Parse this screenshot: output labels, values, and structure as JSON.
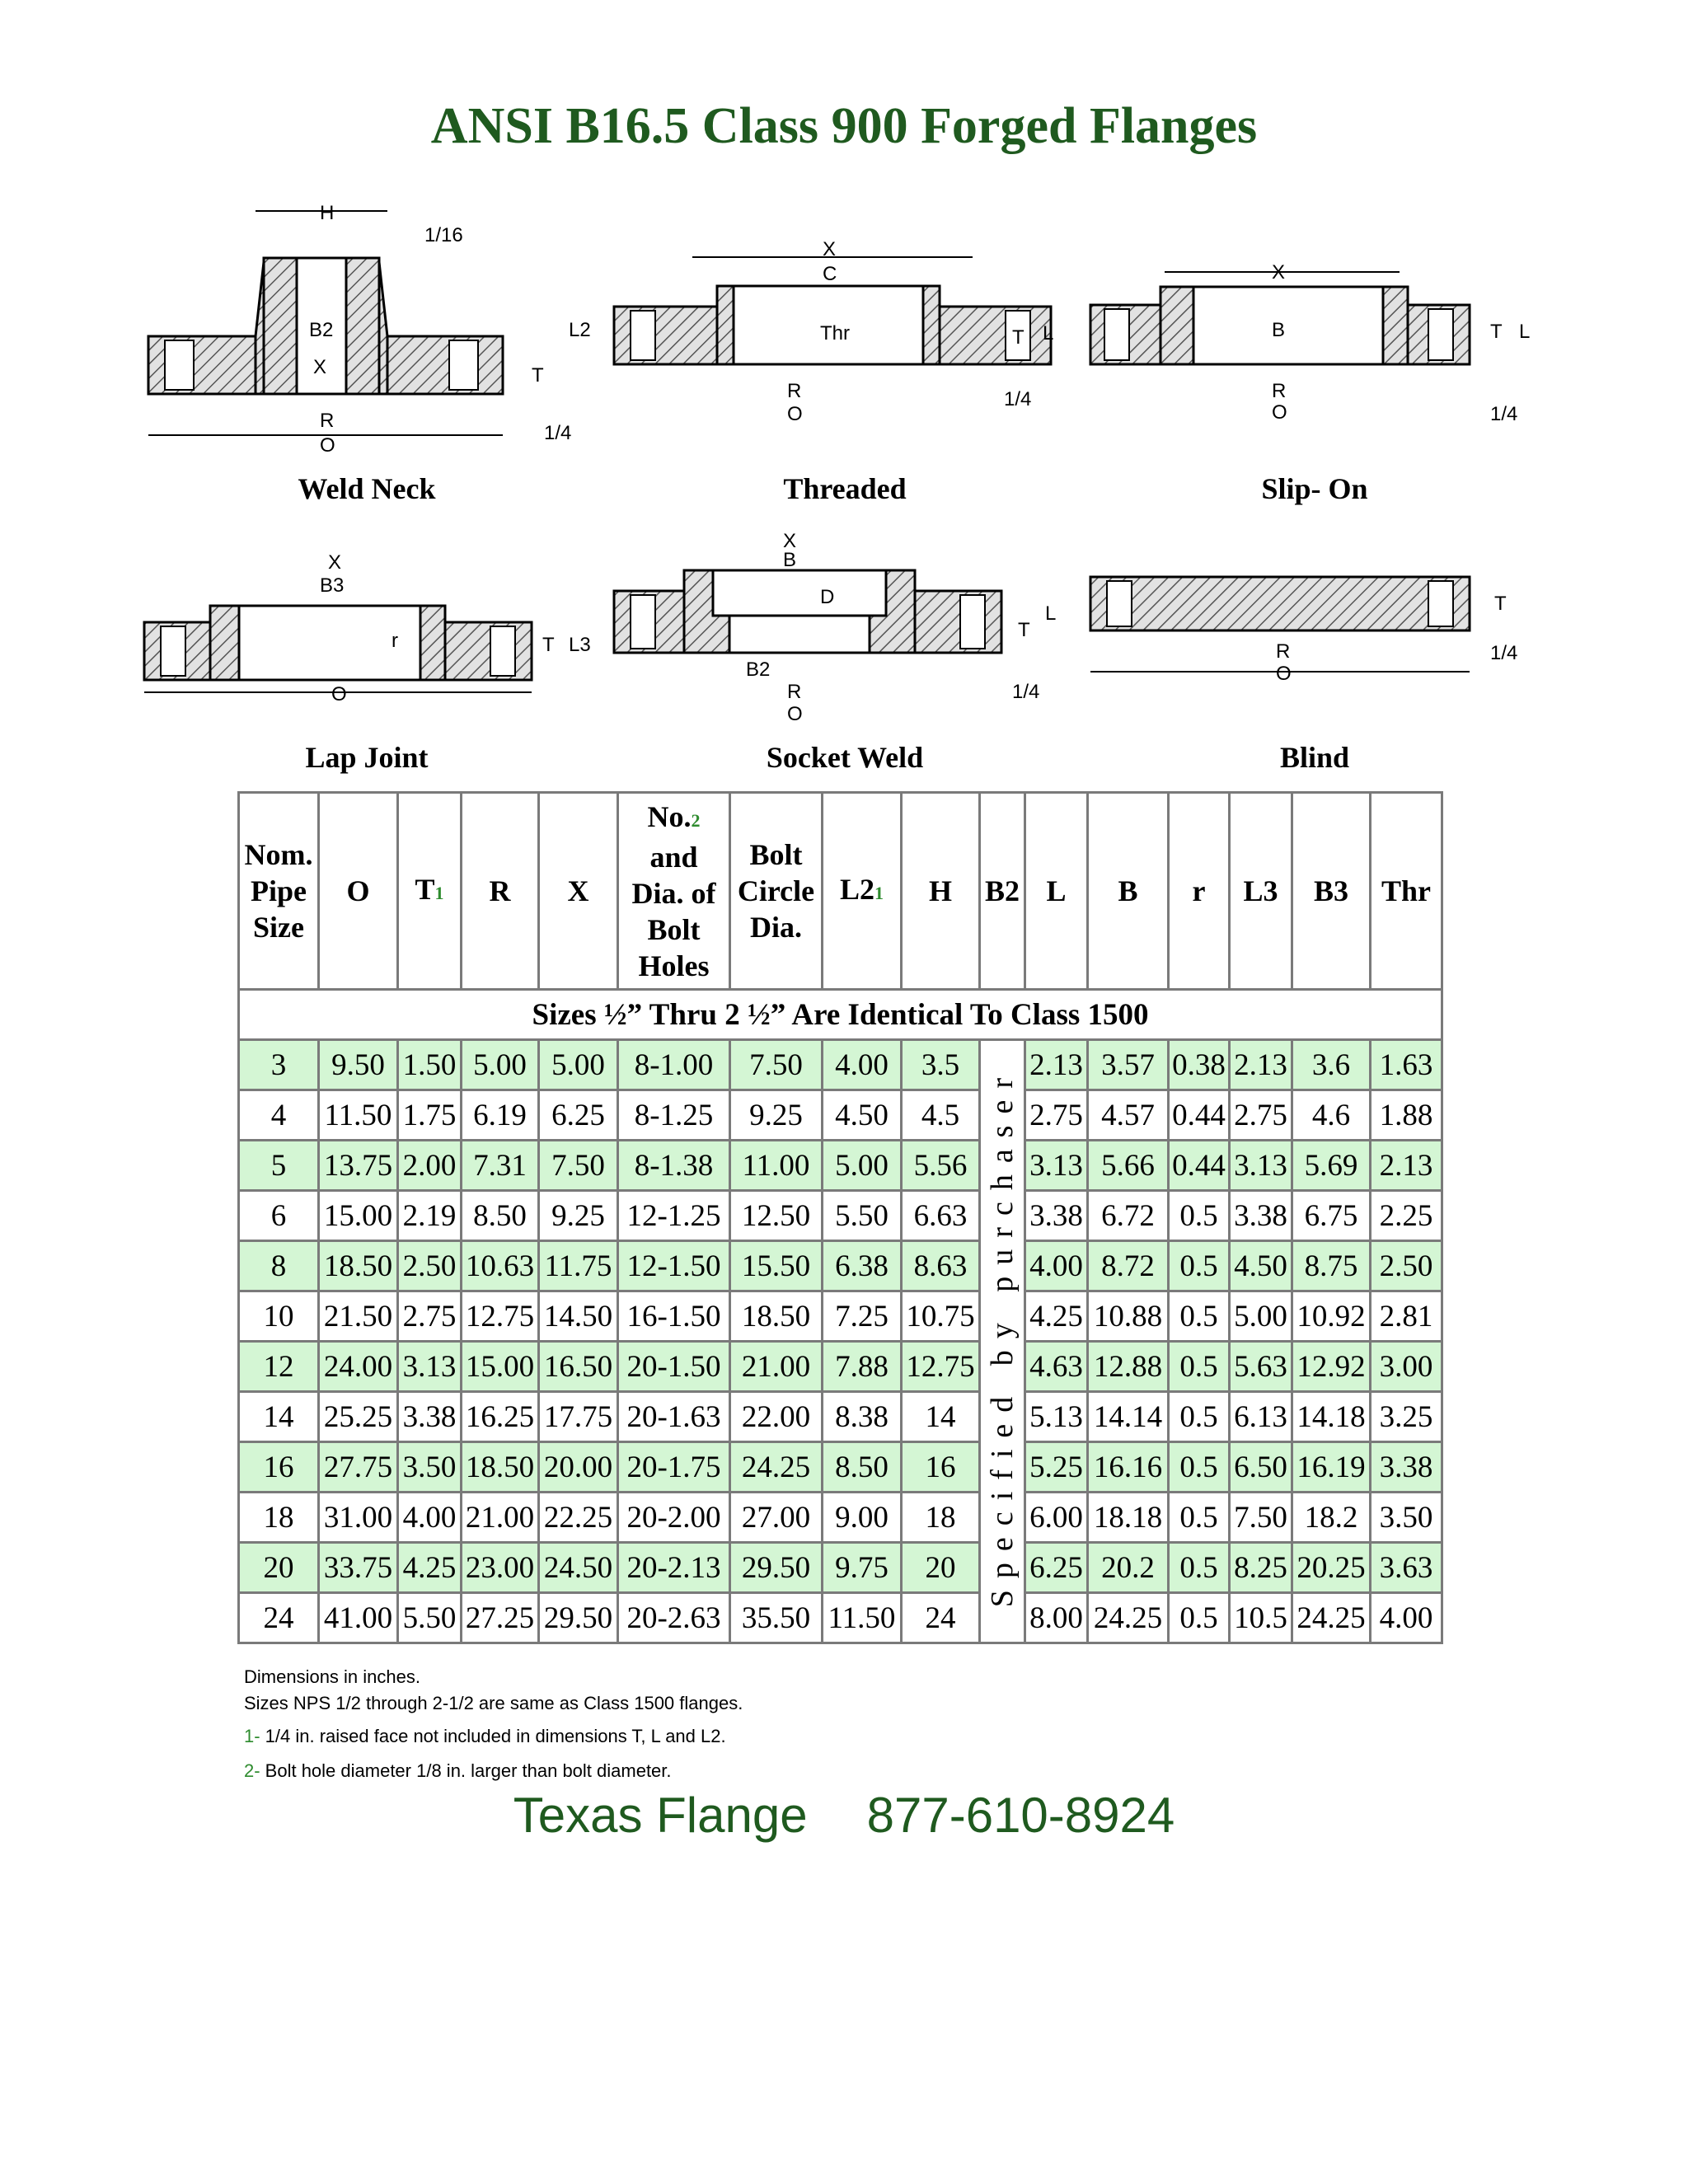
{
  "title": "ANSI B16.5 Class 900 Forged Flanges",
  "diagrams": [
    {
      "name": "Weld Neck",
      "labels": [
        "H",
        "1/16",
        "B2",
        "X",
        "L2",
        "T",
        "R",
        "O",
        "1/4"
      ]
    },
    {
      "name": "Threaded",
      "labels": [
        "X",
        "C",
        "Thr",
        "T",
        "L",
        "R",
        "O",
        "1/4"
      ]
    },
    {
      "name": "Slip- On",
      "labels": [
        "X",
        "B",
        "T",
        "L",
        "R",
        "O",
        "1/4"
      ]
    },
    {
      "name": "Lap Joint",
      "labels": [
        "X",
        "B3",
        "r",
        "T",
        "L3",
        "O"
      ]
    },
    {
      "name": "Socket Weld",
      "labels": [
        "X",
        "B",
        "D",
        "T",
        "L",
        "B2",
        "R",
        "O",
        "1/4"
      ]
    },
    {
      "name": "Blind",
      "labels": [
        "T",
        "R",
        "O",
        "1/4"
      ]
    }
  ],
  "table": {
    "headers": [
      {
        "text": "Nom.\nPipe\nSize"
      },
      {
        "text": "O"
      },
      {
        "text": "T",
        "sub": "1"
      },
      {
        "text": "R"
      },
      {
        "text": "X"
      },
      {
        "text": "No.",
        "sub": "2",
        "rest": "and\nDia. of\nBolt\nHoles"
      },
      {
        "text": "Bolt\nCircle\nDia."
      },
      {
        "text": "L2",
        "sub": "1"
      },
      {
        "text": "H"
      },
      {
        "text": "B2"
      },
      {
        "text": "L"
      },
      {
        "text": "B"
      },
      {
        "text": "r"
      },
      {
        "text": "L3"
      },
      {
        "text": "B3"
      },
      {
        "text": "Thr"
      }
    ],
    "band": "Sizes ½” Thru 2 ½” Are Identical To Class 1500",
    "vertical_note": "Specified by purchaser",
    "rows": [
      [
        "3",
        "9.50",
        "1.50",
        "5.00",
        "5.00",
        "8-1.00",
        "7.50",
        "4.00",
        "3.5",
        "2.13",
        "3.57",
        "0.38",
        "2.13",
        "3.6",
        "1.63"
      ],
      [
        "4",
        "11.50",
        "1.75",
        "6.19",
        "6.25",
        "8-1.25",
        "9.25",
        "4.50",
        "4.5",
        "2.75",
        "4.57",
        "0.44",
        "2.75",
        "4.6",
        "1.88"
      ],
      [
        "5",
        "13.75",
        "2.00",
        "7.31",
        "7.50",
        "8-1.38",
        "11.00",
        "5.00",
        "5.56",
        "3.13",
        "5.66",
        "0.44",
        "3.13",
        "5.69",
        "2.13"
      ],
      [
        "6",
        "15.00",
        "2.19",
        "8.50",
        "9.25",
        "12-1.25",
        "12.50",
        "5.50",
        "6.63",
        "3.38",
        "6.72",
        "0.5",
        "3.38",
        "6.75",
        "2.25"
      ],
      [
        "8",
        "18.50",
        "2.50",
        "10.63",
        "11.75",
        "12-1.50",
        "15.50",
        "6.38",
        "8.63",
        "4.00",
        "8.72",
        "0.5",
        "4.50",
        "8.75",
        "2.50"
      ],
      [
        "10",
        "21.50",
        "2.75",
        "12.75",
        "14.50",
        "16-1.50",
        "18.50",
        "7.25",
        "10.75",
        "4.25",
        "10.88",
        "0.5",
        "5.00",
        "10.92",
        "2.81"
      ],
      [
        "12",
        "24.00",
        "3.13",
        "15.00",
        "16.50",
        "20-1.50",
        "21.00",
        "7.88",
        "12.75",
        "4.63",
        "12.88",
        "0.5",
        "5.63",
        "12.92",
        "3.00"
      ],
      [
        "14",
        "25.25",
        "3.38",
        "16.25",
        "17.75",
        "20-1.63",
        "22.00",
        "8.38",
        "14",
        "5.13",
        "14.14",
        "0.5",
        "6.13",
        "14.18",
        "3.25"
      ],
      [
        "16",
        "27.75",
        "3.50",
        "18.50",
        "20.00",
        "20-1.75",
        "24.25",
        "8.50",
        "16",
        "5.25",
        "16.16",
        "0.5",
        "6.50",
        "16.19",
        "3.38"
      ],
      [
        "18",
        "31.00",
        "4.00",
        "21.00",
        "22.25",
        "20-2.00",
        "27.00",
        "9.00",
        "18",
        "6.00",
        "18.18",
        "0.5",
        "7.50",
        "18.2",
        "3.50"
      ],
      [
        "20",
        "33.75",
        "4.25",
        "23.00",
        "24.50",
        "20-2.13",
        "29.50",
        "9.75",
        "20",
        "6.25",
        "20.2",
        "0.5",
        "8.25",
        "20.25",
        "3.63"
      ],
      [
        "24",
        "41.00",
        "5.50",
        "27.25",
        "29.50",
        "20-2.63",
        "35.50",
        "11.50",
        "24",
        "8.00",
        "24.25",
        "0.5",
        "10.5",
        "24.25",
        "4.00"
      ]
    ]
  },
  "notes": [
    {
      "num": "",
      "text": "Dimensions in inches."
    },
    {
      "num": "",
      "text": "Sizes NPS 1/2 through 2-1/2 are same as Class 1500 flanges."
    },
    {
      "num": "1-",
      "text": " 1/4 in. raised face not included in dimensions T, L and L2."
    },
    {
      "num": "2-",
      "text": " Bolt hole diameter 1/8 in. larger than bolt diameter."
    }
  ],
  "footer": {
    "company": "Texas Flange",
    "phone": "877-610-8924"
  },
  "colors": {
    "title": "#1f5a1f",
    "row_highlight": "#d4f6d4",
    "note_number": "#2e8b2e",
    "border": "#7a7a7a"
  }
}
